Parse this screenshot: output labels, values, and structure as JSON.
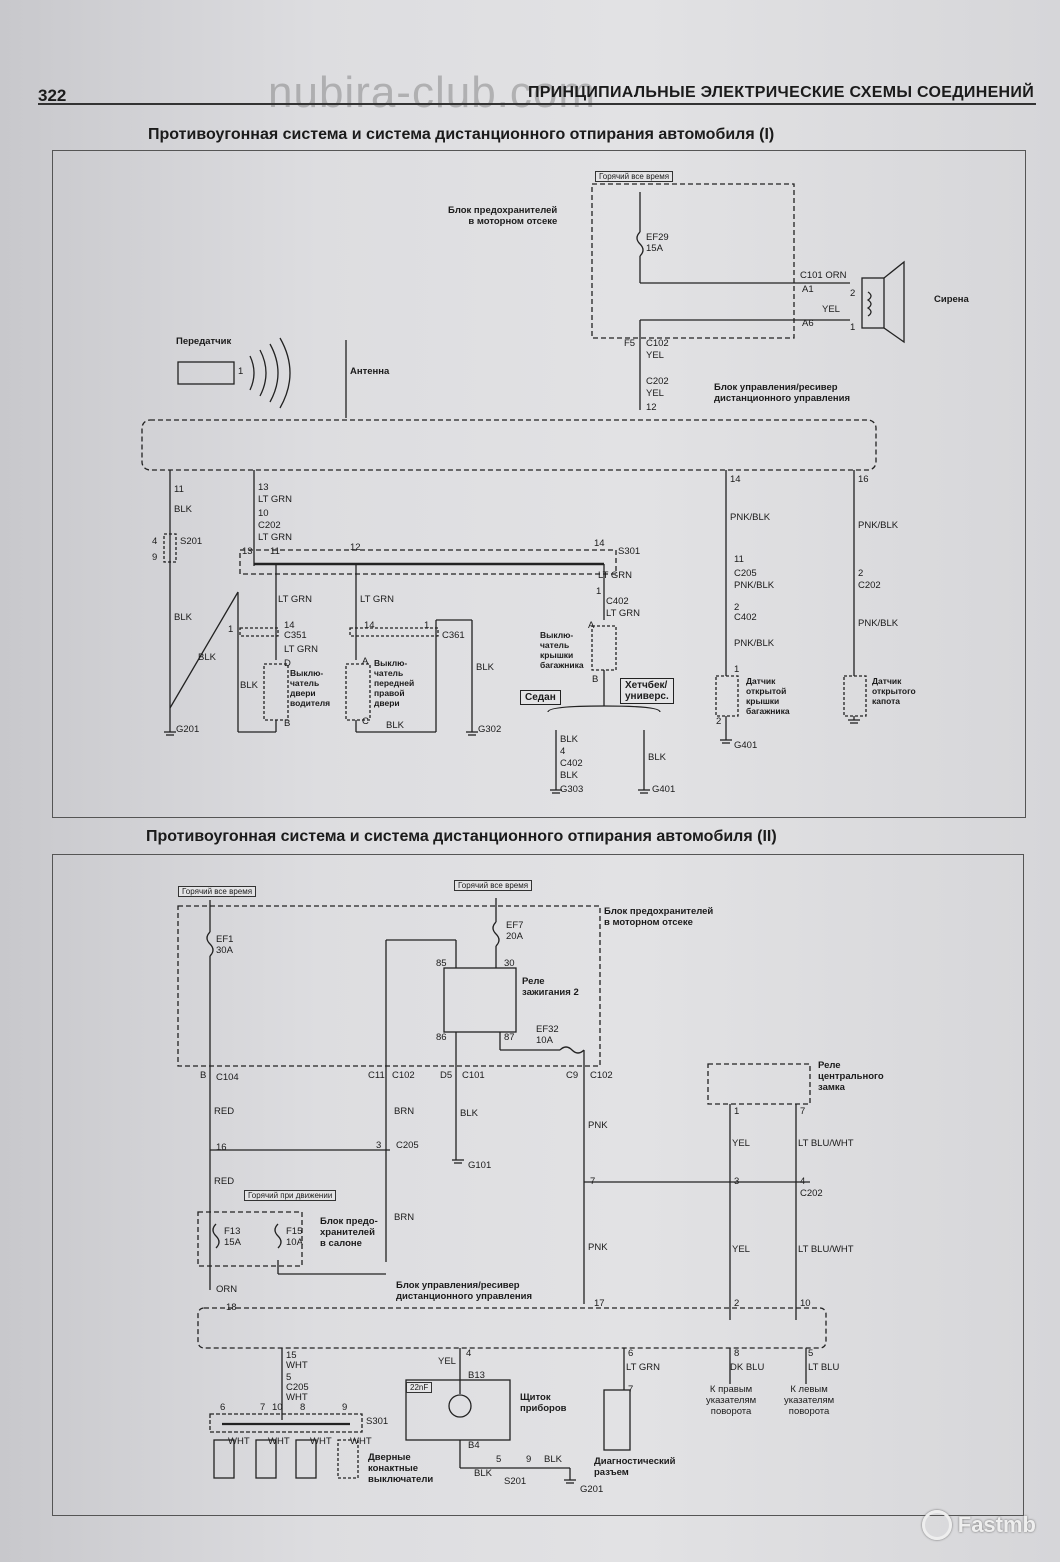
{
  "header": {
    "page_number": "322",
    "title": "ПРИНЦИПИАЛЬНЫЕ ЭЛЕКТРИЧЕСКИЕ СХЕМЫ СОЕДИНЕНИЙ",
    "watermark": "nubira-club.com"
  },
  "diagram1": {
    "title": "Противоугонная система и система дистанционного отпирания автомобиля (I)",
    "hot_all_time": "Горячий все время",
    "fuse_block": "Блок предохранителей\nв моторном отсеке",
    "fuse": "EF29\n15A",
    "siren": "Сирена",
    "transmitter": "Передатчик",
    "antenna": "Антенна",
    "control_unit": "Блок управления/ресивер\nдистанционного управления",
    "sedan": "Седан",
    "hatch": "Хетчбек/\nуниверс.",
    "driver_switch": "Выклю-\nчатель\nдвери\nводителя",
    "pass_switch": "Выклю-\nчатель\nпередней\nправой\nдвери",
    "trunk_switch": "Выклю-\nчатель\nкрышки\nбагажника",
    "trunk_sensor": "Датчик\nоткрытой\nкрышки\nбагажника",
    "hood_sensor": "Датчик\nоткрытого\nкапота",
    "labels": {
      "c101": "C101 ORN",
      "a1": "A1",
      "yel": "YEL",
      "a6": "A6",
      "p2": "2",
      "p1": "1",
      "f5": "F5",
      "c102": "C102",
      "yel2": "YEL",
      "c202a": "C202",
      "yel3": "YEL",
      "n12": "12",
      "n11": "11",
      "blk1": "BLK",
      "n4": "4",
      "s201": "S201",
      "n9": "9",
      "blk2": "BLK",
      "blk3": "BLK",
      "g201": "G201",
      "n13": "13",
      "ltgrn1": "LT GRN",
      "n10": "10",
      "c202b": "C202",
      "n11b": "11",
      "ltgrn2": "LT GRN",
      "s13": "13",
      "s11": "11",
      "s12": "12",
      "s14": "14",
      "s301": "S301",
      "ltgrn3": "LT GRN",
      "ltgrn4": "LT GRN",
      "ltgrn5": "LT GRN",
      "c351": "C351",
      "n1a": "1",
      "n14a": "14",
      "ltgrn6": "LT GRN",
      "d": "D",
      "blk4": "BLK",
      "b": "B",
      "n14b": "14",
      "n1b": "1",
      "c361": "C361",
      "a": "A",
      "c": "C",
      "blk5": "BLK",
      "blk6": "BLK",
      "g302": "G302",
      "n1c": "1",
      "c402a": "C402",
      "ltgrn7": "LT GRN",
      "a2": "A",
      "b2": "B",
      "blk7": "BLK",
      "n4b": "4",
      "c402b": "C402",
      "blk8": "BLK",
      "g303": "G303",
      "blk9": "BLK",
      "g401a": "G401",
      "n14c": "14",
      "pnk1": "PNK/BLK",
      "n11c": "11",
      "c205": "C205",
      "pnk2": "PNK/BLK",
      "n2a": "2",
      "c402c": "C402",
      "pnk3": "PNK/BLK",
      "n1d": "1",
      "n2b": "2",
      "g401b": "G401",
      "n16": "16",
      "pnk4": "PNK/BLK",
      "n2c": "2",
      "c202c": "C202",
      "pnk5": "PNK/BLK"
    }
  },
  "diagram2": {
    "title": "Противоугонная система и система дистанционного отпирания автомобиля (II)",
    "hot_all_time": "Горячий все время",
    "hot_all_time2": "Горячий все время",
    "hot_driving": "Горячий при движении",
    "fuse_block": "Блок предохранителей\nв моторном отсеке",
    "relay": "Реле\nзажигания 2",
    "ef1": "EF1\n30A",
    "ef7": "EF7\n20A",
    "ef32": "EF32\n10A",
    "f13": "F13\n15A",
    "f15": "F15\n10A",
    "cabin_fuse": "Блок предо-\nхранителей\nв салоне",
    "central_lock": "Реле\nцентрального\nзамка",
    "control_unit": "Блок управления/ресивер\nдистанционного управления",
    "cluster": "Щиток\nприборов",
    "diag": "Диагностический\nразъем",
    "door_switches": "Дверные\nконактные\nвыключатели",
    "right_turn": "К правым\nуказателям\nповорота",
    "left_turn": "К левым\nуказателям\nповорота",
    "labels": {
      "b": "B",
      "c104": "C104",
      "c11": "C11",
      "c102a": "C102",
      "d5": "D5",
      "c101": "C101",
      "c9": "C9",
      "c102b": "C102",
      "n85": "85",
      "n30": "30",
      "n86": "86",
      "n87": "87",
      "red1": "RED",
      "n16": "16",
      "red2": "RED",
      "brn1": "BRN",
      "n3": "3",
      "c205": "C205",
      "brn2": "BRN",
      "blk1": "BLK",
      "g101": "G101",
      "pnk1": "PNK",
      "pnk2": "PNK",
      "n7a": "7",
      "n1": "1",
      "n7": "7",
      "yel1": "YEL",
      "ltblu1": "LT BLU/WHT",
      "n3b": "3",
      "n4": "4",
      "c202": "C202",
      "yel2": "YEL",
      "ltblu2": "LT BLU/WHT",
      "orn": "ORN",
      "n18": "18",
      "n17": "17",
      "n2": "2",
      "n10": "10",
      "n15": "15",
      "wht1": "WHT",
      "n5": "5",
      "c205b": "C205",
      "wht2": "WHT",
      "s6": "6",
      "s7": "7",
      "s10": "10",
      "s8": "8",
      "s9": "9",
      "s301": "S301",
      "w1": "WHT",
      "w2": "WHT",
      "w3": "WHT",
      "w4": "WHT",
      "yel3": "YEL",
      "n4b": "4",
      "b13": "B13",
      "cap": "22nF",
      "b4": "B4",
      "blk2": "BLK",
      "n5b": "5",
      "n9": "9",
      "blk3": "BLK",
      "s201": "S201",
      "g201": "G201",
      "n6": "6",
      "ltgrn": "LT GRN",
      "n7b": "7",
      "n8": "8",
      "dkblu": "DK BLU",
      "n5c": "5",
      "ltblu3": "LT BLU"
    }
  },
  "logo": "Fastmb"
}
